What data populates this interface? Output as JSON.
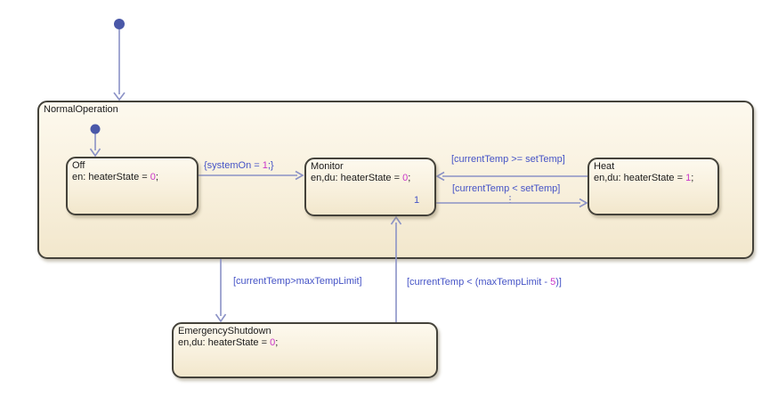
{
  "states": {
    "normal": {
      "title": "NormalOperation"
    },
    "off": {
      "title": "Off",
      "action_prefix": "en: heaterState = ",
      "action_value": "0",
      "action_suffix": ";"
    },
    "monitor": {
      "title": "Monitor",
      "action_prefix": "en,du: heaterState = ",
      "action_value": "0",
      "action_suffix": ";"
    },
    "heat": {
      "title": "Heat",
      "action_prefix": "en,du: heaterState = ",
      "action_value": "1",
      "action_suffix": ";"
    },
    "emergency": {
      "title": "EmergencyShutdown",
      "action_prefix": "en,du: heaterState = ",
      "action_value": "0",
      "action_suffix": ";"
    }
  },
  "transitions": {
    "system_on": {
      "prefix": "{systemOn = ",
      "value": "1",
      "suffix": ";}"
    },
    "temp_ge": {
      "label": "[currentTemp >= setTemp]"
    },
    "temp_lt": {
      "label": "[currentTemp < setTemp]",
      "priority": "1"
    },
    "over_limit": {
      "label": "[currentTemp>maxTempLimit]"
    },
    "recover": {
      "prefix": "[currentTemp < (maxTempLimit - ",
      "value": "5",
      "suffix": ")]"
    }
  },
  "colors": {
    "background": "#ffffff",
    "state_fill_top": "#fdf9ee",
    "state_fill_bottom": "#f2e7cc",
    "state_border": "#44423a",
    "transition_line": "#8b92c6",
    "label_blue": "#4553c6",
    "literal_magenta": "#c935c9",
    "state_text": "#1a1a1a",
    "initial_dot": "#4a58a8"
  }
}
